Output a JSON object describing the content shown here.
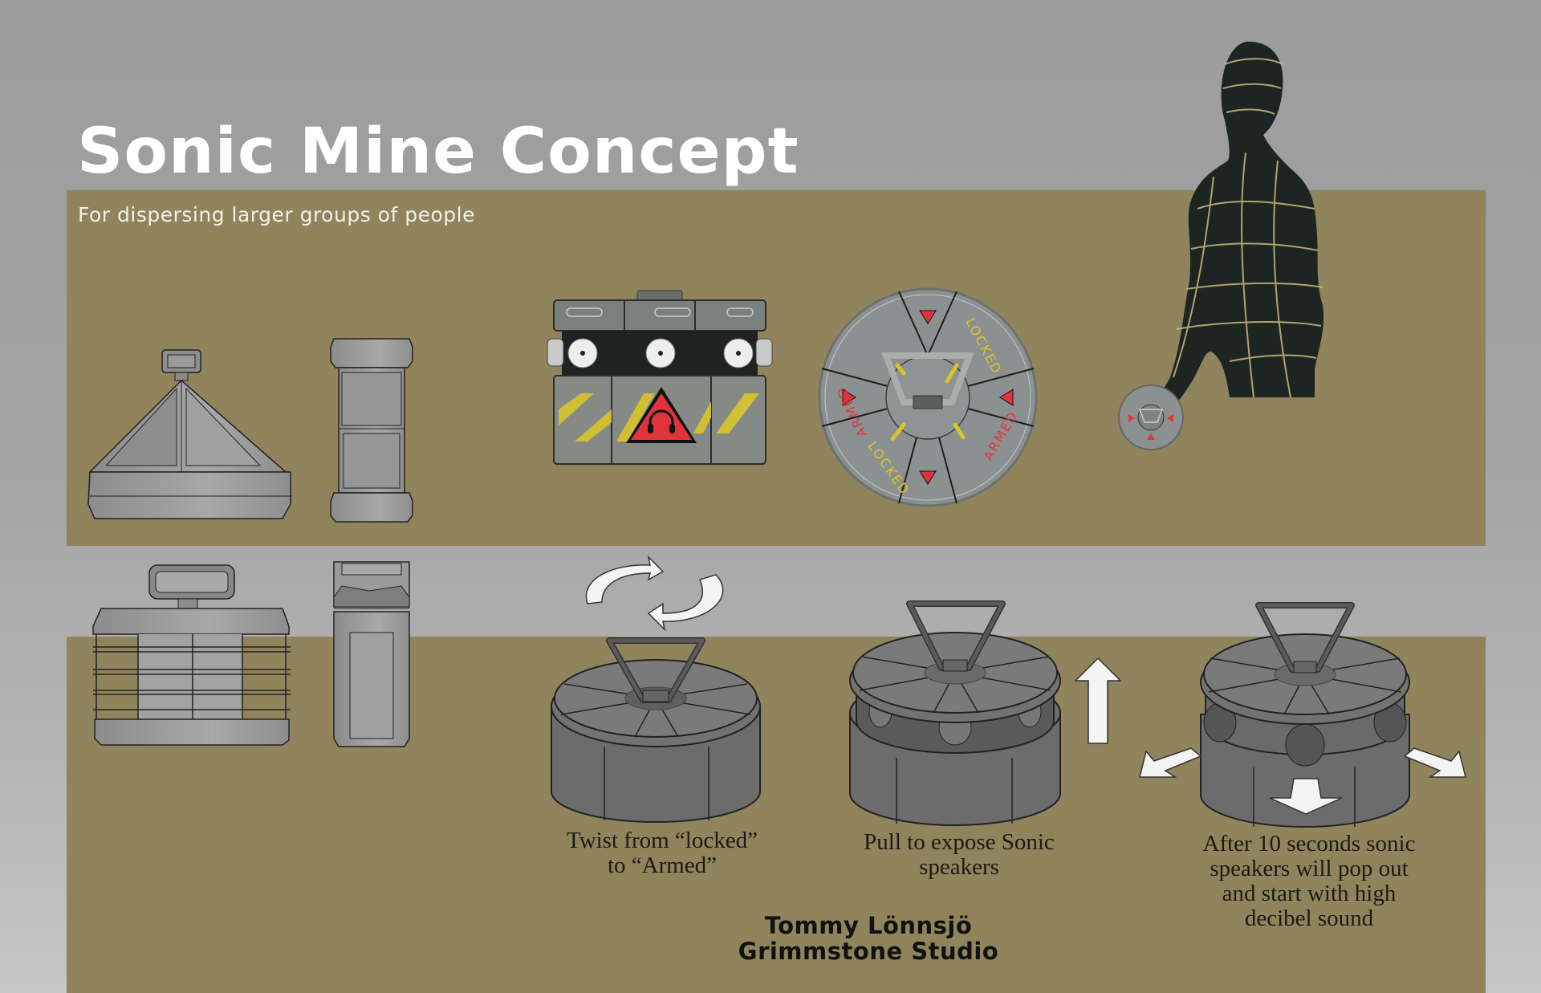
{
  "header": {
    "title": "Sonic Mine Concept",
    "subtitle": "For dispersing larger groups of people"
  },
  "colors": {
    "background_top": "#9c9c9c",
    "background_bottom": "#c6c6c6",
    "panel": "#8f845c",
    "mine_gray": "#6e6e6e",
    "warning_red": "#e0343c",
    "hazard_yellow": "#d9c52a",
    "figure_dark": "#1d2522",
    "figure_lines": "#cbb97a"
  },
  "disc_labels": {
    "armed": "ARMED",
    "locked": "LOCKED"
  },
  "icons": {
    "warning": "headphones-warning-triangle",
    "rotate": "twist-arrows",
    "pull": "up-arrow",
    "pop_out": "outward-arrows"
  },
  "captions": {
    "step1": [
      "Twist from “locked”",
      "to “Armed”"
    ],
    "step2": [
      "Pull to expose Sonic",
      "speakers"
    ],
    "step3": [
      "After 10 seconds sonic",
      "speakers will pop out",
      "and start with high",
      "decibel sound"
    ]
  },
  "credit": {
    "author": "Tommy Lönnsjö",
    "studio": "Grimmstone Studio"
  }
}
